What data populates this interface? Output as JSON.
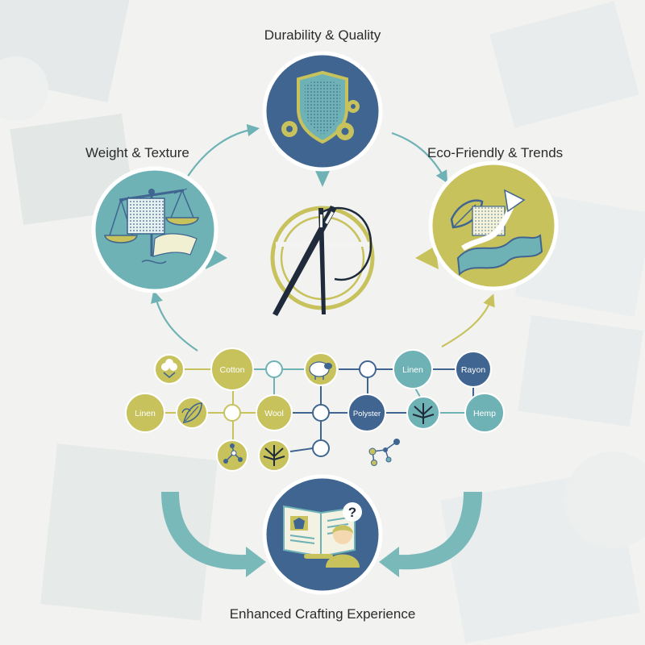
{
  "labels": {
    "durability": "Durability & Quality",
    "weight": "Weight & Texture",
    "eco": "Eco-Friendly & Trends",
    "enhanced": "Enhanced Crafting Experience"
  },
  "fibers": {
    "cotton": "Cotton",
    "linen_top": "Linen",
    "rayon": "Rayon",
    "linen_left": "Linen",
    "wool": "Wool",
    "polyster": "Polyster",
    "hemp": "Hemp"
  },
  "icons": {
    "center": "needle-and-thread-icon",
    "durability": "shield-with-gears-icon",
    "weight": "scale-with-fabric-icon",
    "eco": "leaf-fabric-trend-arrow-icon",
    "enhanced": "book-reader-question-icon",
    "cotton": "cotton-boll-icon",
    "sheep": "sheep-icon",
    "leaf": "leaf-icon",
    "hemp": "hemp-leaf-icon",
    "molecule": "molecule-icon"
  },
  "colors": {
    "navy": "#3f6590",
    "teal": "#6fb2b5",
    "olive": "#c8c25d",
    "cream": "#f2f3e6",
    "ink": "#1f2b3a"
  }
}
